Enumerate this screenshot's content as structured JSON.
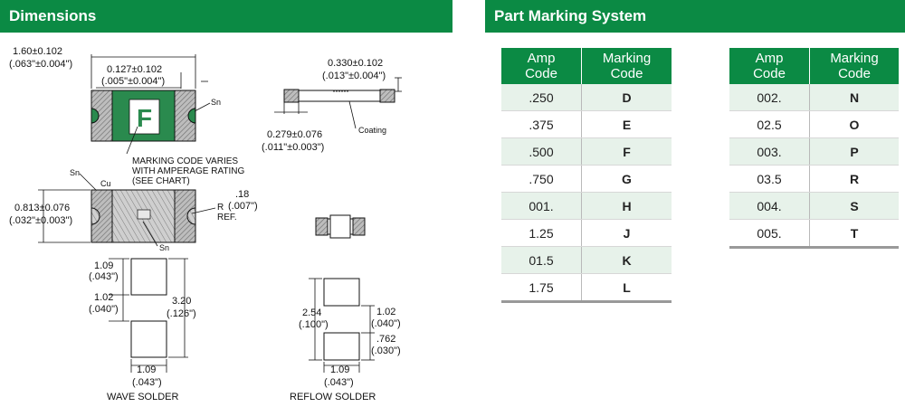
{
  "headers": {
    "dimensions": "Dimensions",
    "part_marking": "Part Marking System"
  },
  "diagram": {
    "top_view": {
      "overall_length_mm": "1.60±0.102",
      "overall_length_in": "(.063\"±0.004\")",
      "term_width_mm": "0.127±0.102",
      "term_width_in": "(.005\"±0.004\")",
      "marking_letter": "F",
      "sn_label": "Sn",
      "marking_note_1": "MARKING CODE VARIES",
      "marking_note_2": "WITH AMPERAGE RATING",
      "marking_note_3": "(SEE CHART)"
    },
    "side_view": {
      "height_mm": "0.330±0.102",
      "height_in": "(.013\"±0.004\")",
      "term_len_mm": "0.279±0.076",
      "term_len_in": "(.011\"±0.003\")",
      "coating_label": "Coating"
    },
    "section_view": {
      "sn_label_top": "Sn",
      "cu_label": "Cu",
      "sn_label_bottom": "Sn",
      "width_mm": "0.813±0.076",
      "width_in": "(.032\"±0.003\")",
      "radius_val": ".18",
      "radius_in": "(.007\")",
      "r_label": "R",
      "ref_label": "REF."
    },
    "wave_solder": {
      "pad_w_mm": "1.09",
      "pad_w_in": "(.043\")",
      "gap_mm": "1.02",
      "gap_in": "(.040\")",
      "total_mm": "3.20",
      "total_in": "(.126\")",
      "bottom_w_mm": "1.09",
      "bottom_w_in": "(.043\")",
      "caption": "WAVE SOLDER"
    },
    "reflow_solder": {
      "total_mm": "2.54",
      "total_in": "(.100\")",
      "gap_mm": "1.02",
      "gap_in": "(.040\")",
      "pad_h_mm": ".762",
      "pad_h_in": "(.030\")",
      "bottom_w_mm": "1.09",
      "bottom_w_in": "(.043\")",
      "caption": "REFLOW SOLDER"
    },
    "colors": {
      "body_green": "#2a8a4e",
      "terminal_gray": "#8c8c8c",
      "line": "#111111"
    }
  },
  "marking_tables": {
    "col_amp": "Amp Code",
    "col_amp_l1": "Amp",
    "col_amp_l2": "Code",
    "col_mark_l1": "Marking",
    "col_mark_l2": "Code",
    "left": [
      {
        "amp": ".250",
        "mark": "D"
      },
      {
        "amp": ".375",
        "mark": "E"
      },
      {
        "amp": ".500",
        "mark": "F"
      },
      {
        "amp": ".750",
        "mark": "G"
      },
      {
        "amp": "001.",
        "mark": "H"
      },
      {
        "amp": "1.25",
        "mark": "J"
      },
      {
        "amp": "01.5",
        "mark": "K"
      },
      {
        "amp": "1.75",
        "mark": "L"
      }
    ],
    "right": [
      {
        "amp": "002.",
        "mark": "N"
      },
      {
        "amp": "02.5",
        "mark": "O"
      },
      {
        "amp": "003.",
        "mark": "P"
      },
      {
        "amp": "03.5",
        "mark": "R"
      },
      {
        "amp": "004.",
        "mark": "S"
      },
      {
        "amp": "005.",
        "mark": "T"
      }
    ]
  }
}
